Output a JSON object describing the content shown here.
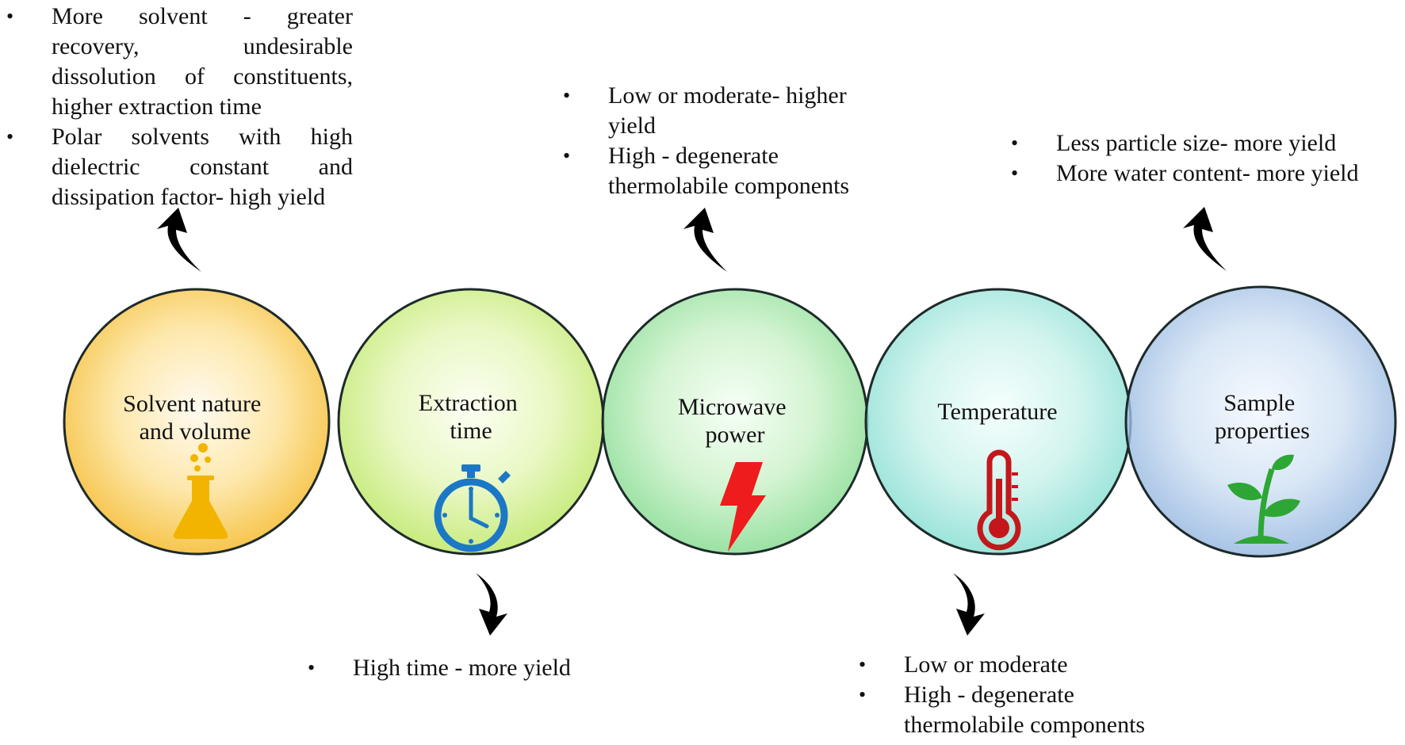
{
  "factors": [
    {
      "line1": "Solvent nature",
      "line2": "and volume",
      "icon": "flask-icon",
      "color": "#f2b400"
    },
    {
      "line1": "Extraction",
      "line2": "time",
      "icon": "stopwatch-icon",
      "color": "#1c78c6"
    },
    {
      "line1": "Microwave",
      "line2": "power",
      "icon": "lightning-bolt-icon",
      "color": "#ee1c1c"
    },
    {
      "line1": "Temperature",
      "line2": "",
      "icon": "thermometer-icon",
      "color": "#c4171c"
    },
    {
      "line1": "Sample",
      "line2": "properties",
      "icon": "plant-sprout-icon",
      "color": "#2ea635"
    }
  ],
  "notes": {
    "solvent": [
      "More solvent - greater recovery, undesirable dissolution of constituents, higher extraction time",
      "Polar solvents with high dielectric constant and dissipation factor- high yield"
    ],
    "time": [
      "High time - more yield"
    ],
    "power": [
      "Low or moderate- higher yield",
      "High - degenerate thermolabile components"
    ],
    "temperature": [
      "Low or moderate",
      "High - degenerate thermolabile components"
    ],
    "sample": [
      "Less particle size- more yield",
      "More water content- more yield"
    ]
  }
}
